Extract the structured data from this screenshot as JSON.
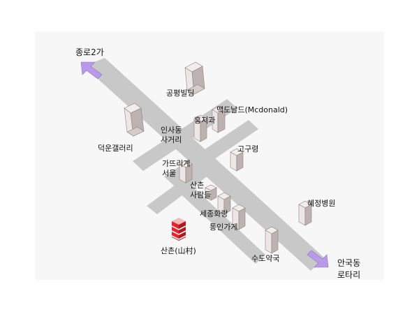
{
  "map": {
    "colors": {
      "road": "#c8c8c8",
      "building": "#ece6e6",
      "building_side": "#bdb2b2",
      "arrow": "#b89ae8",
      "highlight": "#e8232b"
    },
    "labels": {
      "jongno2ga": "종로2가",
      "anguk_1": "안국동",
      "anguk_2": "로타리",
      "gongpyeong": "공평빌딩",
      "mcdonald": "맥도날드(Mcdonald)",
      "hongjigwa": "홍지과",
      "insadong_1": "인사동",
      "insadong_2": "사거리",
      "deoksun": "덕운갤러리",
      "gogureong": "고구령",
      "gatteuri_1": "가뜨리계",
      "gatteuri_2": "서울",
      "sanchon_1": "산촌",
      "sanchon_2": "사람들",
      "sejong": "세종화랑",
      "tongin": "통인가게",
      "hyejeong": "혜정병원",
      "sanchon_main": "산촌(山村)",
      "sudo": "수도약국"
    },
    "icons": {
      "destination": "striped-tower-icon",
      "direction": "arrow-icon"
    }
  }
}
